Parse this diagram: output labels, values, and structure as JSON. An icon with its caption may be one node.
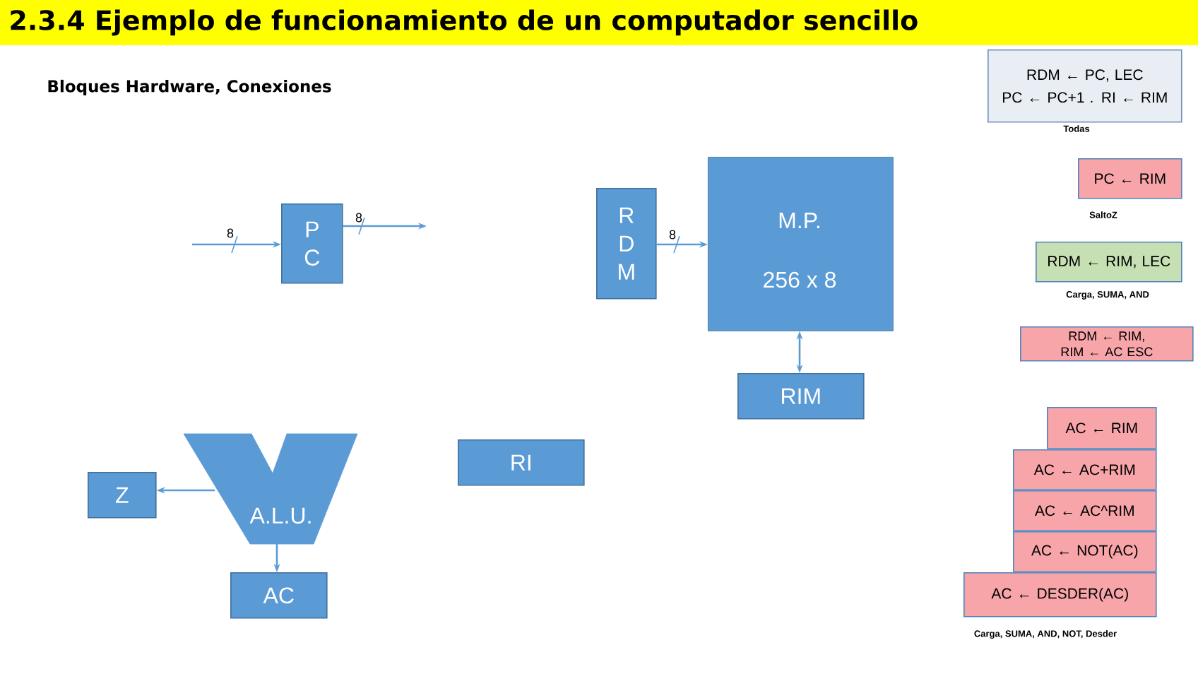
{
  "diagram": {
    "title": "2.3.4 Ejemplo de funcionamiento de un computador sencillo",
    "nodes": [
      {
        "text": [
          "P C"
        ]
      },
      {
        "text": [
          "R D M"
        ]
      },
      {
        "text": [
          "M.P.",
          "256 x 8"
        ]
      },
      {
        "text": [
          "RIM"
        ]
      },
      {
        "text": [
          "A.L.U."
        ]
      },
      {
        "text": [
          "Z"
        ]
      },
      {
        "text": [
          "AC"
        ]
      },
      {
        "text": [
          "RI"
        ]
      },
      {
        "text": [
          "RDM ← PC, LEC",
          "PC ← PC+1 . RI ← RIM"
        ],
        "beside": [
          "Todas"
        ]
      },
      {
        "text": [
          "PC ← RIM"
        ],
        "beside": [
          "SaltoZ"
        ]
      },
      {
        "text": [
          "RDM ← RIM, LEC"
        ],
        "beside": [
          "Carga, SUMA, AND"
        ]
      },
      {
        "text": [
          "RDM ← RIM, RIM ← AC ESC"
        ]
      },
      {
        "text": [
          "AC ← RIM"
        ]
      },
      {
        "text": [
          "AC ← AC+RIM"
        ]
      },
      {
        "text": [
          "AC ← AC^RIM"
        ]
      },
      {
        "text": [
          "AC ← NOT(AC)"
        ]
      },
      {
        "text": [
          "AC ← DESDER(AC)"
        ],
        "beside": [
          "Carga, SUMA, AND, NOT, Desder"
        ]
      }
    ],
    "edges": [
      {
        "from": null,
        "to": 0,
        "arrow": "to",
        "label": "8"
      },
      {
        "from": 0,
        "to": null,
        "arrow": "to",
        "label": "8"
      },
      {
        "from": 1,
        "to": 2,
        "arrow": "to",
        "label": "8"
      },
      {
        "from": 2,
        "to": 3,
        "arrow": "both"
      },
      {
        "from": 4,
        "to": 5,
        "arrow": "to"
      },
      {
        "from": 4,
        "to": 6,
        "arrow": "to"
      }
    ],
    "labels": [
      "Bloques Hardware, Conexiones"
    ]
  }
}
